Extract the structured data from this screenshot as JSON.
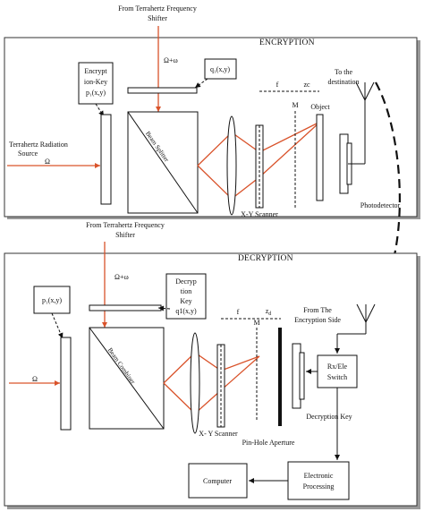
{
  "top_source": {
    "line1": "From Terrahertz Frequency",
    "line2": "Shifter"
  },
  "mid_source": {
    "line1": "From Terrahertz Frequency",
    "line2": "Shifter"
  },
  "encryption": {
    "header": "ENCRYPTION",
    "omega_sum": "Ω+ω",
    "q_label": "q₁(x,y)",
    "key_line1": "Encrypt",
    "key_line2": "ion-Key",
    "key_line3": "p₁(x,y)",
    "radiation_line1": "Terrahertz Radiation",
    "radiation_line2": "Source",
    "omega": "Ω",
    "splitter": "Beam Splitter",
    "f": "f",
    "zc": "zc",
    "m": "M",
    "object": "Object",
    "dest_line1": "To the",
    "dest_line2": "destination",
    "scanner": "X-Y Scanner",
    "photodetector": "Photodetector"
  },
  "decryption": {
    "header": "DECRYPTION",
    "omega_sum": "Ω+ω",
    "p_label": "p₁(x,y)",
    "key_line1": "Decryp",
    "key_line2": "tion",
    "key_line3": "Key",
    "key_line4": "q1(x,y)",
    "omega": "Ω",
    "combiner": "Beam Combiner",
    "f": "f",
    "m": "M",
    "zd": "z",
    "zd_sub": "d",
    "from_line1": "From The",
    "from_line2": "Encryption Side",
    "scanner": "X- Y Scanner",
    "switch_line1": "Rx/Ele",
    "switch_line2": "Switch",
    "decryption_key": "Decryption Key",
    "pinhole": "Pin-Hole Aperture",
    "computer": "Computer",
    "ep_line1": "Electronic",
    "ep_line2": "Processing"
  }
}
